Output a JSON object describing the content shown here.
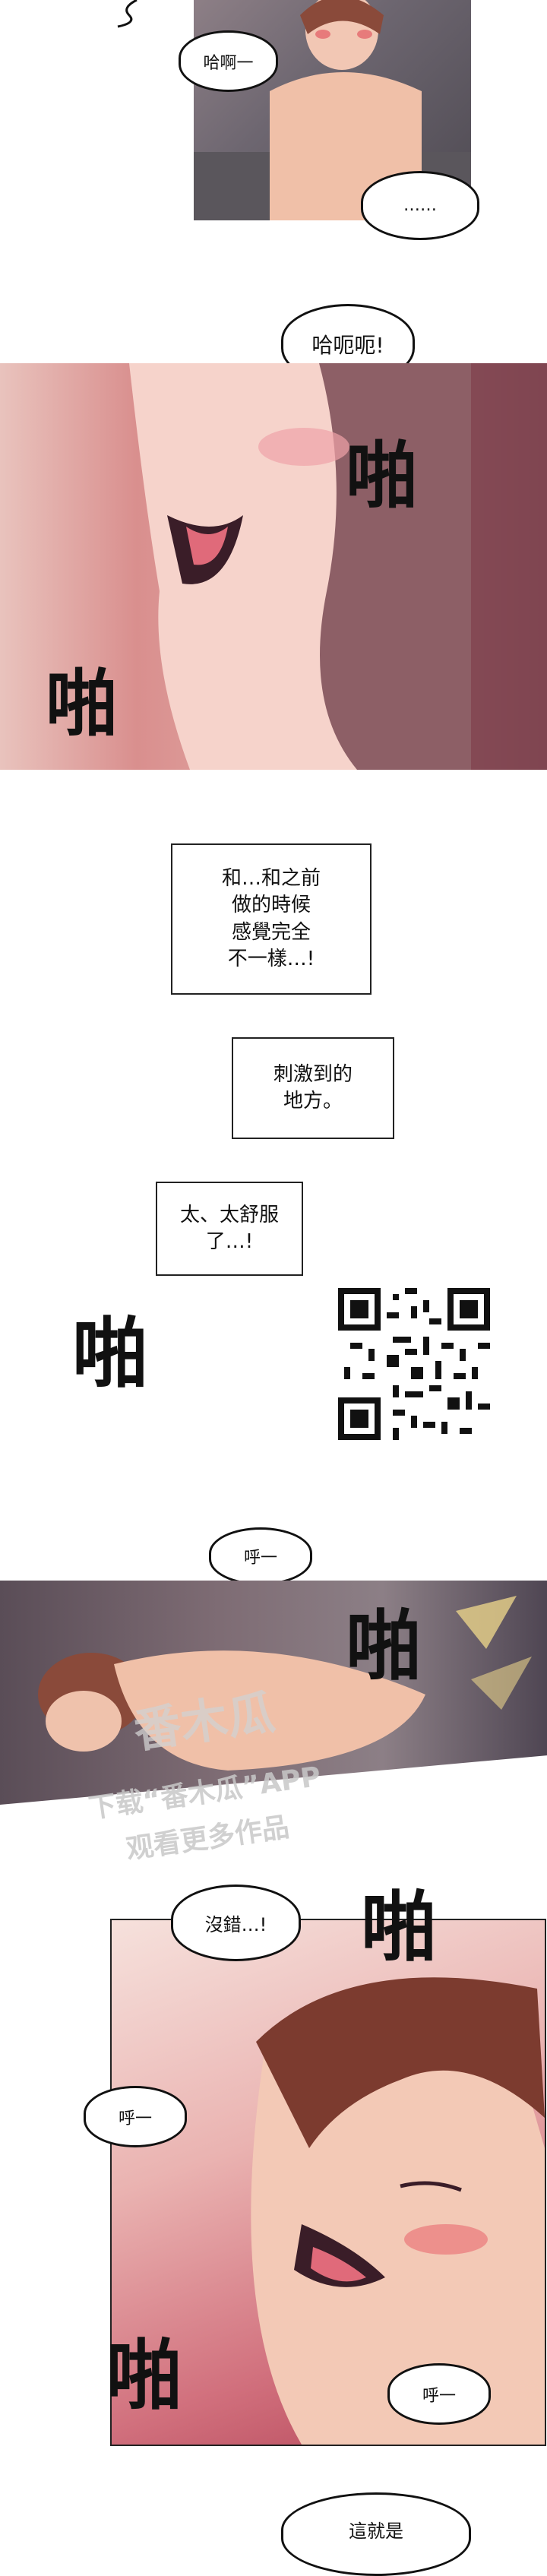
{
  "panel1": {
    "bubble_top": "哈啊一",
    "bubble_bottom": "……"
  },
  "panel2": {
    "bubble": "哈呃呃!",
    "sfx_right": "啪",
    "sfx_left": "啪"
  },
  "narration": {
    "box1": "和…和之前\n做的時候\n感覺完全\n不一樣…!",
    "box2": "刺激到的\n地方。",
    "box3": "太、太舒服\n了…!"
  },
  "interlude": {
    "sfx": "啪",
    "bubble": "呼一"
  },
  "panel3": {
    "sfx": "啪"
  },
  "watermark": {
    "logo_text": "番木瓜",
    "line1": "下载“番木瓜”APP",
    "line2": "观看更多作品"
  },
  "panel4": {
    "bubble_top": "沒錯…!",
    "bubble_left": "呼一",
    "bubble_right": "呼一",
    "sfx_top": "啪",
    "sfx_bottom": "啪"
  },
  "bottom": {
    "bubble": "這就是"
  },
  "colors": {
    "ink": "#111111",
    "skin": "#f2c4b0",
    "blush": "#e8606a",
    "panel_bg_dark": "#6a5f68"
  }
}
